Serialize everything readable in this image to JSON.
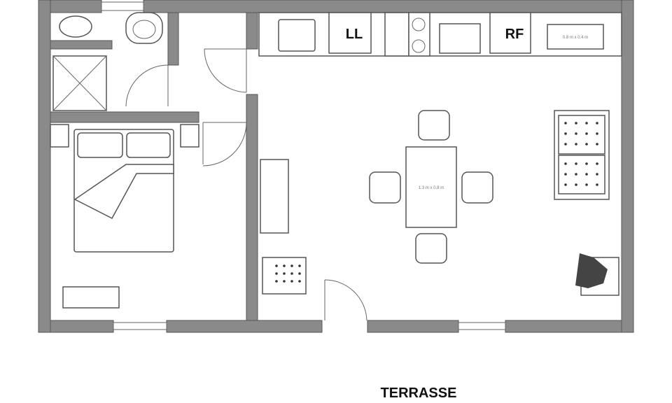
{
  "appliances": {
    "washer_label": "LL",
    "fridge_label": "RF"
  },
  "dimensions": {
    "counter": "0.8 m x 0.4 m",
    "dining_table": "1.3 m x 0.8 m"
  },
  "outside_label": "TERRASSE",
  "colors": {
    "wall": "#8a8a8a",
    "line": "#555555"
  }
}
